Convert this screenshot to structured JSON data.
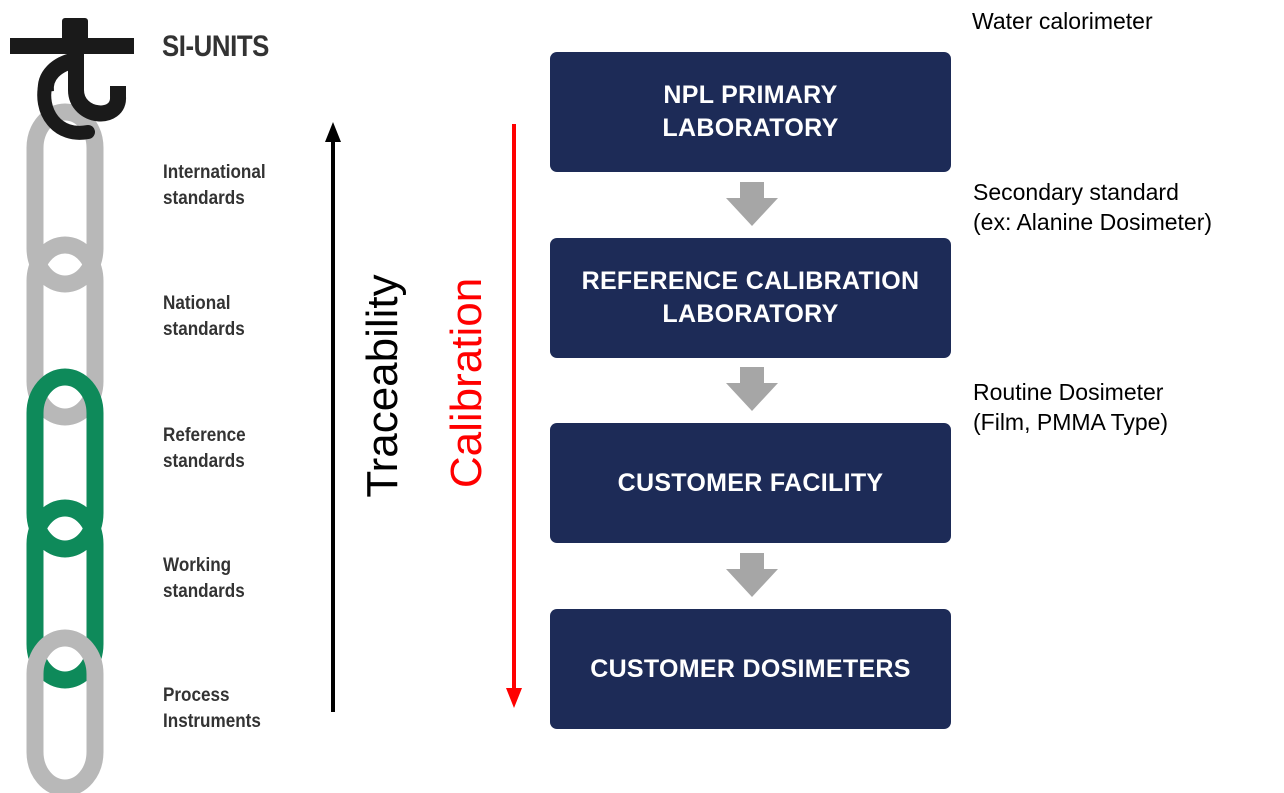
{
  "chain": {
    "title": "SI-UNITS",
    "levels": [
      {
        "line1": "International",
        "line2": "standards",
        "color": "#b8b8b8"
      },
      {
        "line1": "National",
        "line2": "standards",
        "color": "#b8b8b8"
      },
      {
        "line1": "Reference",
        "line2": "standards",
        "color": "#0e8a5a"
      },
      {
        "line1": "Working",
        "line2": "standards",
        "color": "#0e8a5a"
      },
      {
        "line1": "Process",
        "line2": "Instruments",
        "color": "#b8b8b8"
      }
    ],
    "hook_color": "#1a1a1a"
  },
  "arrows": {
    "traceability": {
      "label": "Traceability",
      "color": "#000000",
      "direction": "up"
    },
    "calibration": {
      "label": "Calibration",
      "color": "#ff0000",
      "direction": "down"
    }
  },
  "flow": {
    "box_color": "#1d2b57",
    "connector_color": "#a6a6a6",
    "boxes": [
      {
        "line1": "NPL PRIMARY",
        "line2": "LABORATORY"
      },
      {
        "line1": "REFERENCE CALIBRATION",
        "line2": "LABORATORY"
      },
      {
        "line1": "CUSTOMER FACILITY",
        "line2": ""
      },
      {
        "line1": "CUSTOMER DOSIMETERS",
        "line2": ""
      }
    ]
  },
  "notes": [
    {
      "line1": "Water calorimeter",
      "line2": ""
    },
    {
      "line1": "Secondary standard",
      "line2": "(ex: Alanine Dosimeter)"
    },
    {
      "line1": "Routine Dosimeter",
      "line2": "(Film, PMMA Type)"
    }
  ]
}
